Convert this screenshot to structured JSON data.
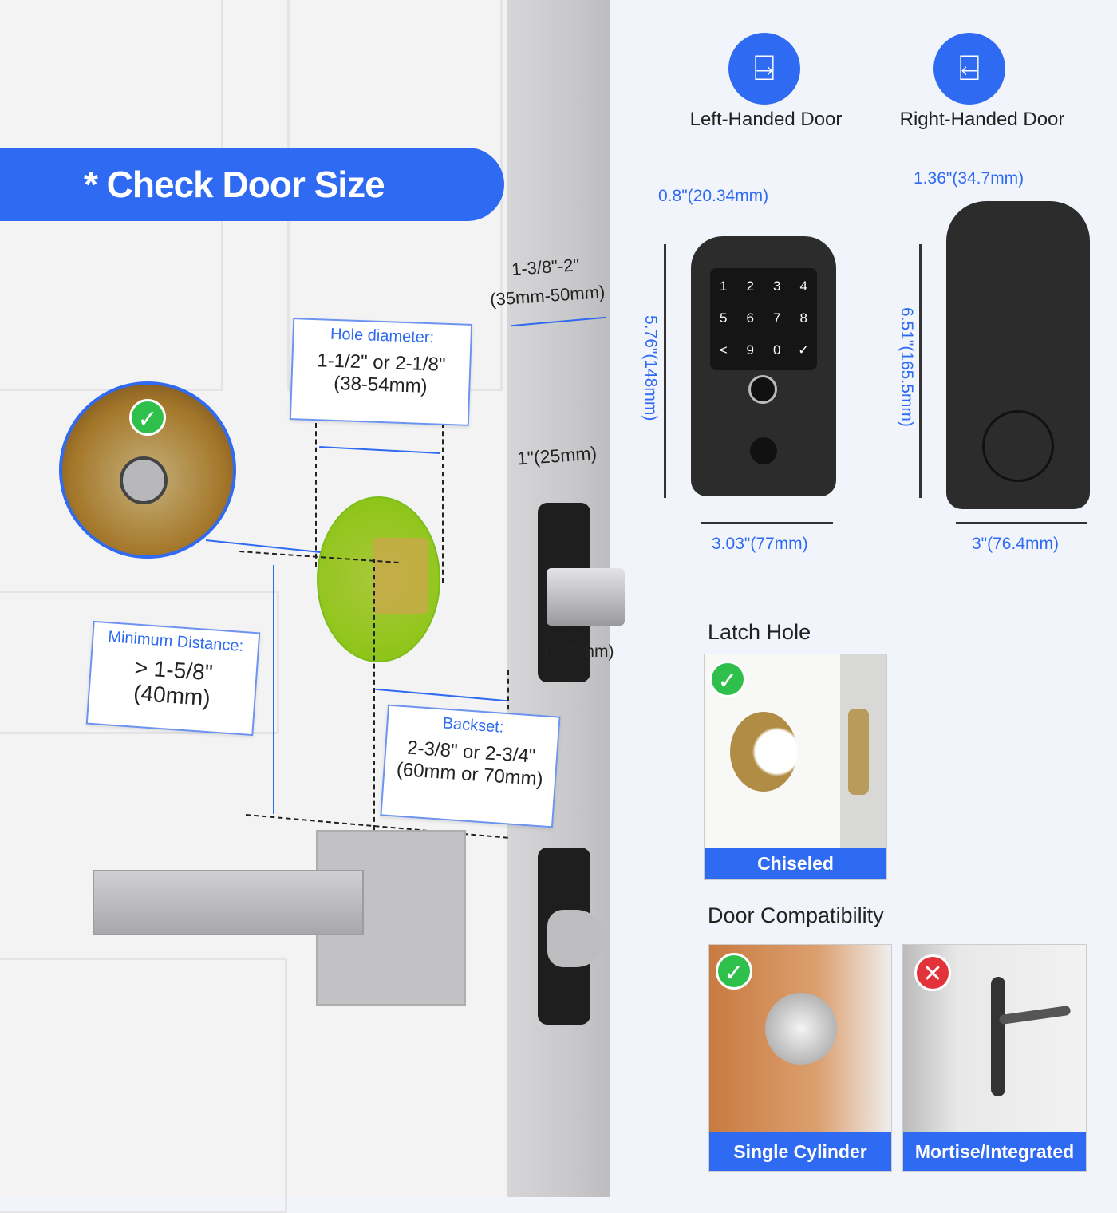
{
  "banner": {
    "title": "* Check Door Size"
  },
  "door_diagram": {
    "door_thickness": {
      "line1": "1-3/8\"-2\"",
      "line2": "(35mm-50mm)"
    },
    "hole_diameter": {
      "title": "Hole diameter:",
      "line1": "1-1/2\" or 2-1/8\"",
      "line2": "(38-54mm)"
    },
    "minimum_distance": {
      "title": "Minimum Distance:",
      "line1": "> 1-5/8\"",
      "line2": "(40mm)"
    },
    "backset": {
      "title": "Backset:",
      "line1": "2-3/8\" or 2-3/4\"",
      "line2": "(60mm or 70mm)"
    },
    "latch_width": "1\"(25mm)",
    "latch_height": "1\"(25mm)"
  },
  "handedness": [
    {
      "label": "Left-Handed Door",
      "icon": "left-handed-door-icon"
    },
    {
      "label": "Right-Handed Door",
      "icon": "right-handed-door-icon"
    }
  ],
  "front_lock": {
    "depth": "0.8\"(20.34mm)",
    "height": "5.76\"(148mm)",
    "width": "3.03\"(77mm)",
    "keys": [
      "1",
      "2",
      "3",
      "4",
      "5",
      "6",
      "7",
      "8",
      "<",
      "9",
      "0",
      "✓"
    ]
  },
  "back_lock": {
    "depth": "1.36\"(34.7mm)",
    "height": "6.51\"(165.5mm)",
    "width": "3\"(76.4mm)"
  },
  "latch_hole": {
    "title": "Latch Hole",
    "caption": "Chiseled"
  },
  "compatibility": {
    "title": "Door Compatibility",
    "items": [
      {
        "caption": "Single Cylinder",
        "ok": true
      },
      {
        "caption": "Mortise/Integrated",
        "ok": false
      }
    ]
  },
  "colors": {
    "accent": "#2f6af2",
    "ok": "#2ec04a",
    "no": "#e2333a"
  }
}
